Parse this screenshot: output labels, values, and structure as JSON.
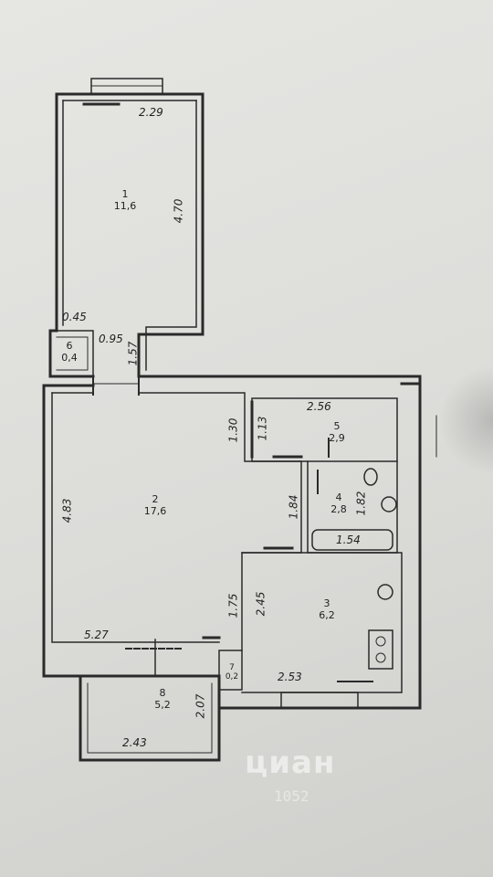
{
  "rooms": [
    {
      "id": "room-1",
      "number": "1",
      "area": "11,6"
    },
    {
      "id": "room-2",
      "number": "2",
      "area": "17,6"
    },
    {
      "id": "room-3",
      "number": "3",
      "area": "6,2"
    },
    {
      "id": "room-4",
      "number": "4",
      "area": "2,8"
    },
    {
      "id": "room-5",
      "number": "5",
      "area": "2,9"
    },
    {
      "id": "room-6",
      "number": "6",
      "area": "0,4"
    },
    {
      "id": "room-7",
      "number": "7",
      "area": "0,2"
    },
    {
      "id": "room-8",
      "number": "8",
      "area": "5,2"
    }
  ],
  "dimensions": {
    "r1_width": "2.29",
    "r1_length": "4.70",
    "r6_a": "0.45",
    "r6_b": "0.95",
    "r6_c": "1.57",
    "r2_length": "4.83",
    "r2_width": "5.27",
    "r2_side": "1.30",
    "r2_inner": "1.84",
    "r2_low": "1.75",
    "r5_width": "2.56",
    "r5_side": "1.13",
    "r4_height": "1.82",
    "bath_length": "1.54",
    "r3_height": "2.45",
    "r3_width": "2.53",
    "r8_width": "2.43",
    "r8_side": "2.07"
  },
  "watermark": {
    "brand": "циан",
    "id": "1052"
  }
}
